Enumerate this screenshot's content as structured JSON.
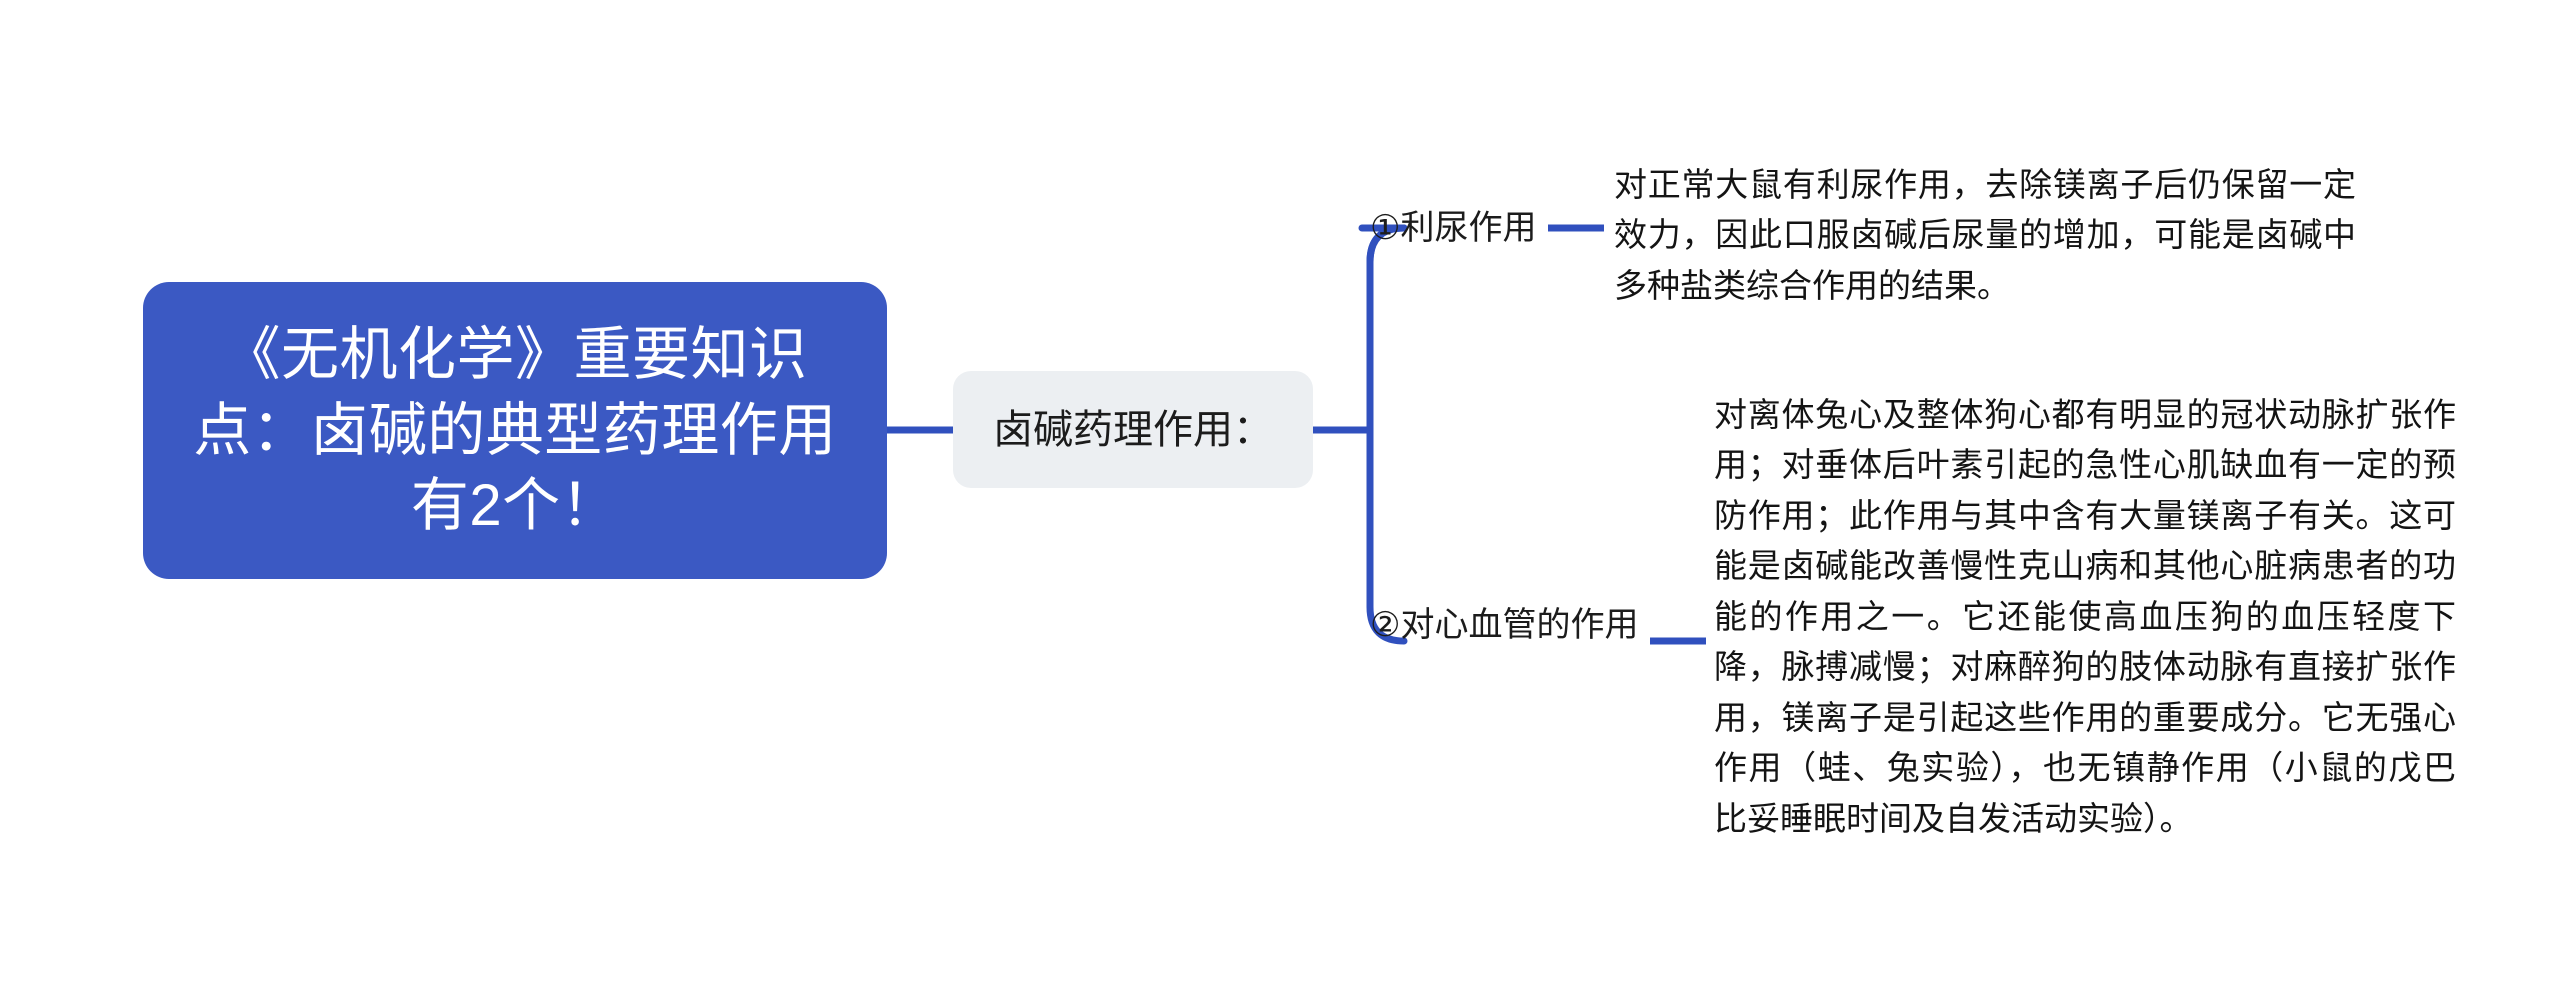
{
  "diagram": {
    "type": "mind-map",
    "orientation": "left-to-right",
    "background_color": "#ffffff",
    "accent_color": "#3B59C3",
    "root_node_fill": "#3B59C3",
    "root_node_text_color": "#ffffff",
    "topic_node_fill": "#ECEFF2",
    "topic_node_text_color": "#1c1c1c",
    "connector_color": "#3050BE",
    "body_text_color": "#141414"
  },
  "root": {
    "label": "《无机化学》重要知识点：卤碱的典型药理作用有2个！"
  },
  "topic": {
    "label": "卤碱药理作用："
  },
  "branches": [
    {
      "label": "①利尿作用",
      "detail": "对正常大鼠有利尿作用，去除镁离子后仍保留一定效力，因此口服卤碱后尿量的增加，可能是卤碱中多种盐类综合作用的结果。"
    },
    {
      "label": "②对心血管的作用",
      "detail": "对离体兔心及整体狗心都有明显的冠状动脉扩张作用；对垂体后叶素引起的急性心肌缺血有一定的预防作用；此作用与其中含有大量镁离子有关。这可能是卤碱能改善慢性克山病和其他心脏病患者的功能的作用之一。它还能使高血压狗的血压轻度下降，脉搏减慢；对麻醉狗的肢体动脉有直接扩张作用，镁离子是引起这些作用的重要成分。它无强心作用（蛙、兔实验），也无镇静作用（小鼠的戊巴比妥睡眠时间及自发活动实验）。"
    }
  ]
}
